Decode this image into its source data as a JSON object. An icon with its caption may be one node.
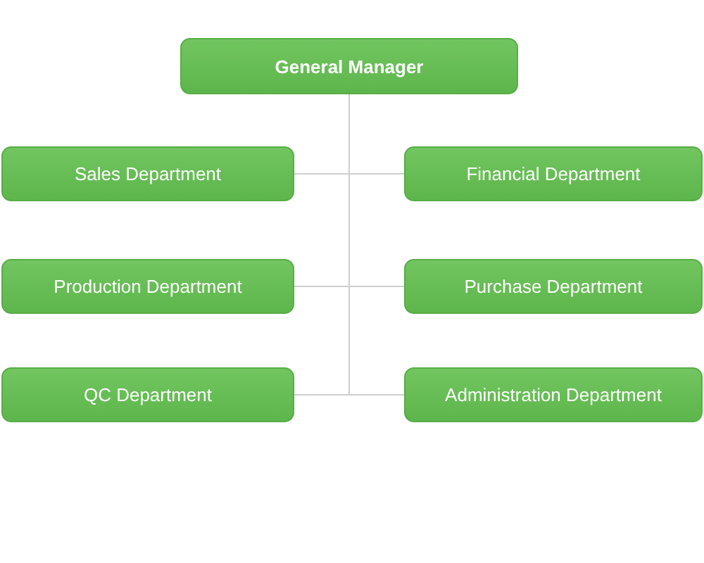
{
  "diagram": {
    "nodes": [
      {
        "text": [
          "General Manager"
        ]
      },
      {
        "text": [
          "Sales Department"
        ]
      },
      {
        "text": [
          "Financial Department"
        ]
      },
      {
        "text": [
          "Production Department"
        ]
      },
      {
        "text": [
          "Purchase Department"
        ]
      },
      {
        "text": [
          "QC Department"
        ]
      },
      {
        "text": [
          "Administration Department"
        ]
      }
    ],
    "edges": [
      {
        "from": 0,
        "to": 1,
        "arrow": "none"
      },
      {
        "from": 0,
        "to": 2,
        "arrow": "none"
      },
      {
        "from": 0,
        "to": 3,
        "arrow": "none"
      },
      {
        "from": 0,
        "to": 4,
        "arrow": "none"
      },
      {
        "from": 0,
        "to": 5,
        "arrow": "none"
      },
      {
        "from": 0,
        "to": 6,
        "arrow": "none"
      }
    ]
  }
}
